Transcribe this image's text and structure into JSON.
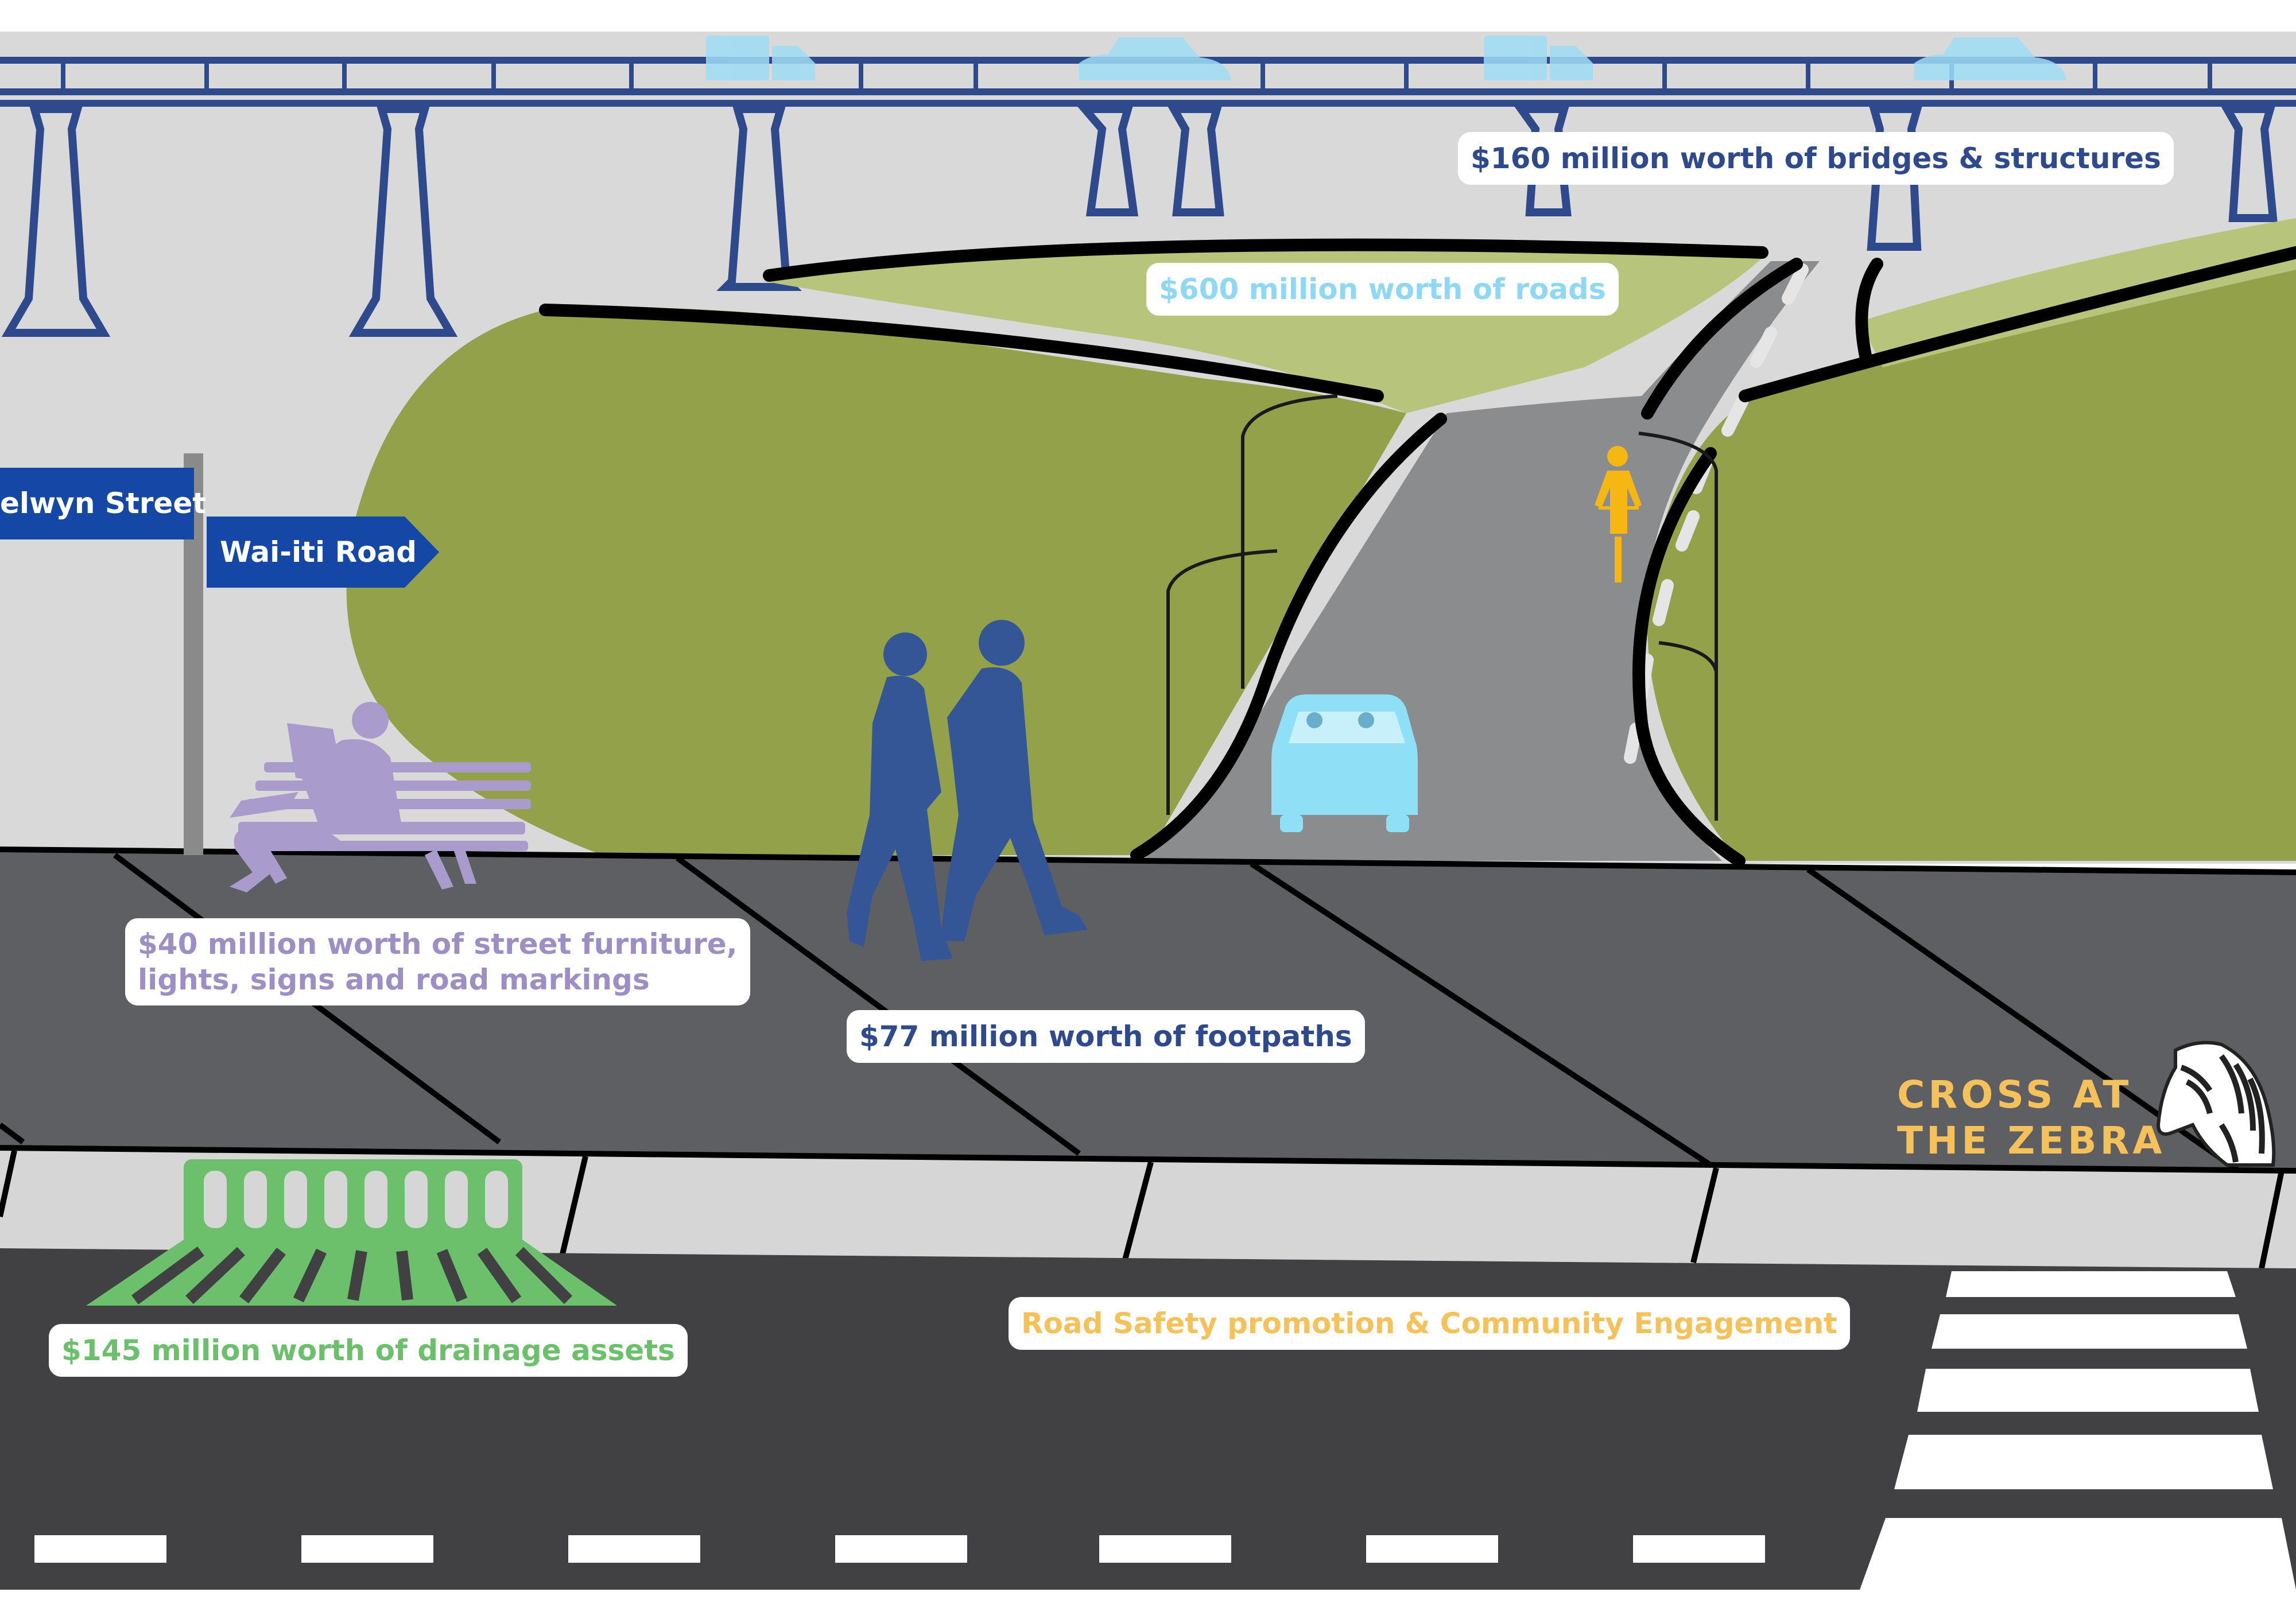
{
  "signs": {
    "street_1": "elwyn Street",
    "street_2": "Wai-iti Road"
  },
  "labels": {
    "bridges": "$160 million worth of bridges & structures",
    "roads": "$600 million worth of roads",
    "street_furniture_line1": "$40 million worth of street furniture,",
    "street_furniture_line2": "lights, signs and road markings",
    "footpaths": "$77 million worth of footpaths",
    "drainage": "$145 million worth of drainage assets",
    "road_safety": "Road Safety promotion & Community Engagement",
    "zebra_line1": "CROSS AT",
    "zebra_line2": "THE ZEBRA"
  },
  "colors": {
    "bridges": "#2e4a8c",
    "roads": "#8fd8f5",
    "street_furniture": "#9d8fc6",
    "footpaths": "#2e4a8c",
    "drainage": "#6cbf6b",
    "road_safety": "#f5c15a",
    "zebra_text": "#f5c15a",
    "sign": "#1547a7"
  },
  "icons": [
    "bridge-icon",
    "truck-icon",
    "car-icon",
    "cyclist-icon",
    "pedestrians-icon",
    "bench-reader-icon",
    "drain-grate-icon",
    "zebra-icon",
    "street-light-icon"
  ]
}
